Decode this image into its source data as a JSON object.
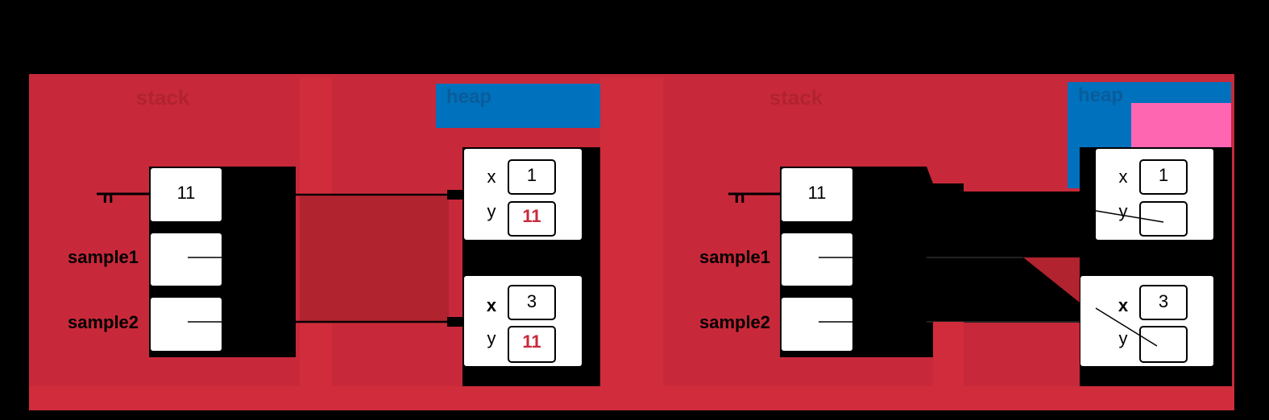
{
  "colors": {
    "background": "#000000",
    "panel_red": "#c8293a",
    "panel_red_mid": "#d02c3b",
    "panel_red_dark": "#b0232f",
    "heap_blue": "#0071bc",
    "pink": "#ff66b2",
    "box_white": "#ffffff",
    "value_red": "#c8293a"
  },
  "left": {
    "stack_title": "stack",
    "heap_title": "heap",
    "stack_cells": [
      {
        "name": "n",
        "value": "11"
      },
      {
        "name": "sample1",
        "value": ""
      },
      {
        "name": "sample2",
        "value": ""
      }
    ],
    "heap_objects": [
      {
        "fields": [
          {
            "name": "x",
            "value": "1"
          },
          {
            "name": "y",
            "value": "11"
          }
        ]
      },
      {
        "fields": [
          {
            "name": "x",
            "value": "3"
          },
          {
            "name": "y",
            "value": "11"
          }
        ]
      }
    ]
  },
  "right": {
    "stack_title": "stack",
    "heap_title": "heap",
    "stack_cells": [
      {
        "name": "n",
        "value": "11"
      },
      {
        "name": "sample1",
        "value": ""
      },
      {
        "name": "sample2",
        "value": ""
      }
    ],
    "heap_objects": [
      {
        "fields": [
          {
            "name": "x",
            "value": "1"
          },
          {
            "name": "y",
            "value": ""
          }
        ]
      },
      {
        "fields": [
          {
            "name": "x",
            "value": "3"
          },
          {
            "name": "y",
            "value": ""
          }
        ]
      }
    ]
  }
}
